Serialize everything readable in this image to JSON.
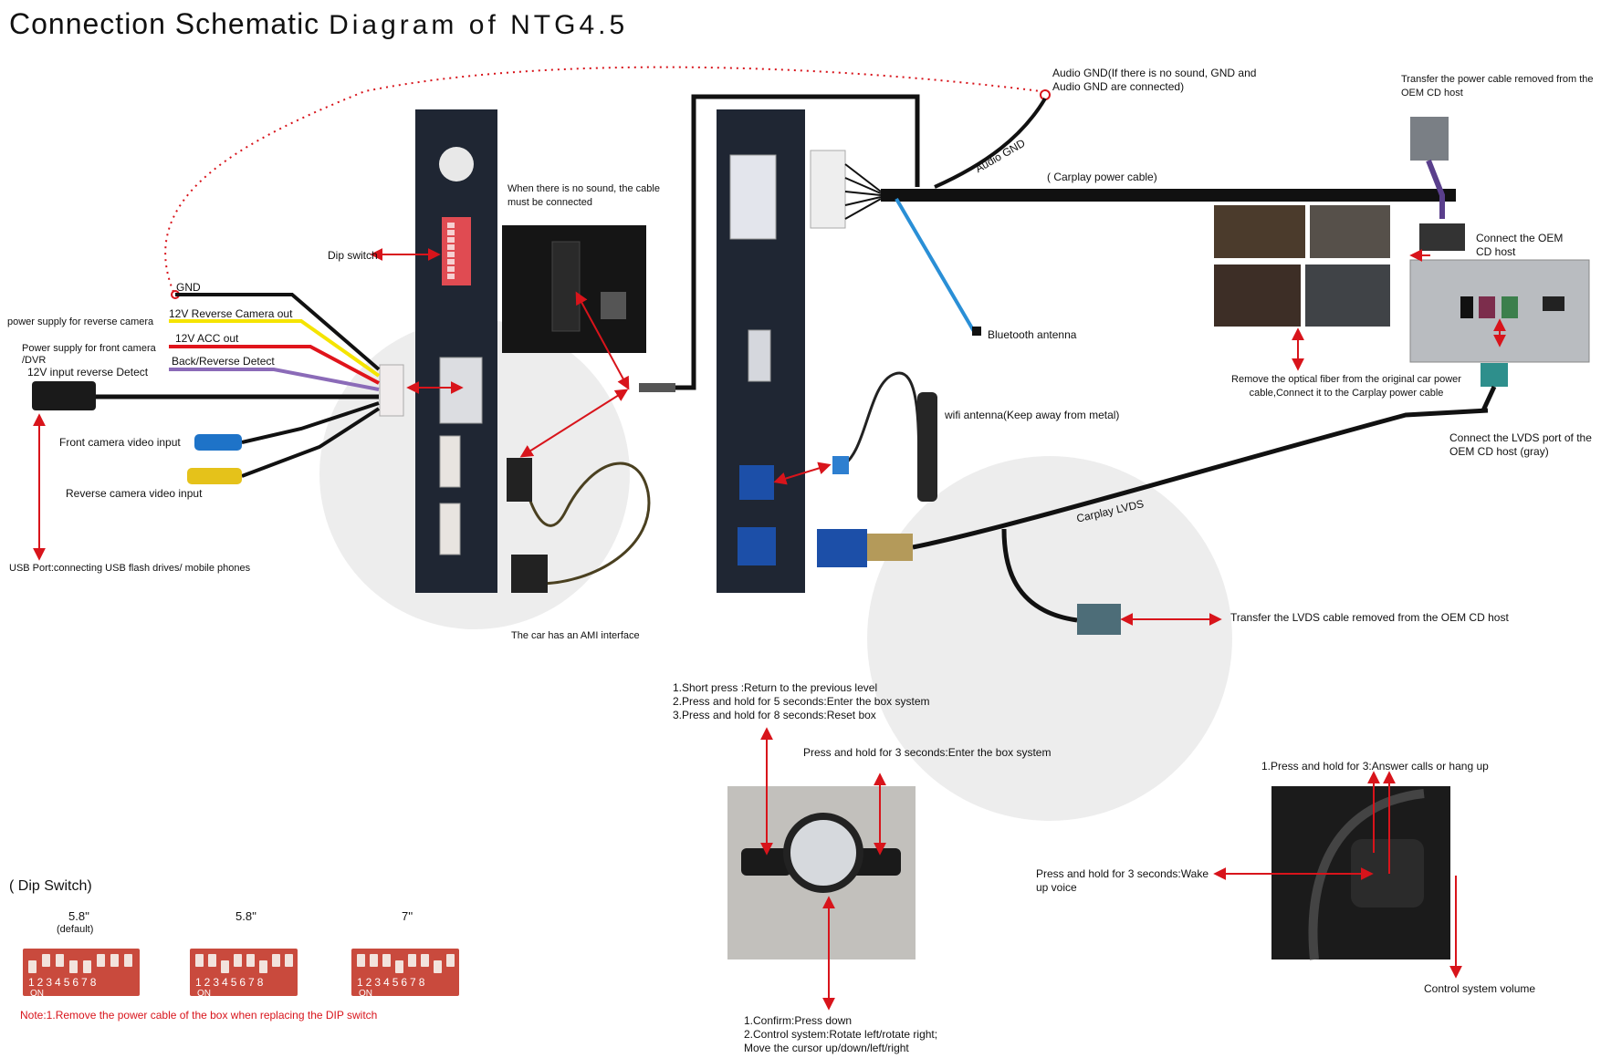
{
  "title": {
    "main": "Connection Schematic",
    "rest": "Diagram of NTG4.5"
  },
  "labels": {
    "audio_gnd_note": "Audio GND(If there is no sound, GND and Audio GND are connected)",
    "audio_gnd_wire": "Audio GND",
    "carplay_power": "( Carplay power cable)",
    "transfer_power": "Transfer the power cable removed from the OEM CD host",
    "connect_oem": "Connect the OEM CD host",
    "bluetooth": "Bluetooth antenna",
    "remove_fiber": "Remove the optical fiber from the original car power cable,Connect it to the Carplay power cable",
    "connect_lvds": "Connect the LVDS port of the OEM CD host (gray)",
    "wifi": "wifi antenna(Keep away from metal)",
    "carplay_lvds": "Carplay LVDS",
    "transfer_lvds": "Transfer the LVDS cable removed from the OEM CD  host",
    "no_sound": "When there is no sound, the cable must be connected",
    "dip_switch": "Dip switch",
    "ami": "The car has an AMI interface",
    "gnd": "GND",
    "rev_cam_out": "12V Reverse Camera out",
    "power_rev_cam": "power supply for reverse camera",
    "acc_out": "12V ACC out",
    "power_front_cam": "Power supply for front camera",
    "dvr": "/DVR",
    "back_detect": "Back/Reverse Detect",
    "input_rev_detect": "12V  input reverse Detect",
    "front_cam_video": "Front camera video input",
    "rev_cam_video": "Reverse camera video input",
    "usb_port": "USB Port:connecting  USB flash drives/ mobile phones",
    "short_press": "1.Short press :Return to the previous level",
    "hold5": "2.Press and hold for 5 seconds:Enter the box system",
    "hold8": "3.Press and hold for 8 seconds:Reset box",
    "hold3_enter": "Press and hold for 3 seconds:Enter the box system",
    "confirm": "1.Confirm:Press down",
    "control_rotate": "2.Control system:Rotate left/rotate right;",
    "move_cursor": "Move the cursor up/down/left/right",
    "answer_calls": "1.Press and hold for 3:Answer calls or hang up",
    "wake_voice": "Press and hold for 3 seconds:Wake up voice",
    "control_volume": "Control system volume"
  },
  "dip": {
    "heading": "( Dip Switch)",
    "settings": [
      {
        "size": "5.8''",
        "note": "(default)",
        "digits": "12345678",
        "on": "ON",
        "pattern": [
          1,
          0,
          0,
          1,
          1,
          0,
          0,
          0
        ]
      },
      {
        "size": "5.8''",
        "note": "",
        "digits": "12345678",
        "on": "ON",
        "pattern": [
          0,
          0,
          1,
          0,
          0,
          1,
          0,
          0
        ]
      },
      {
        "size": "7''",
        "note": "",
        "digits": "12345678",
        "on": "ON",
        "pattern": [
          0,
          0,
          0,
          1,
          0,
          0,
          1,
          0
        ]
      }
    ],
    "note": "Note:1.Remove the power cable of the box when replacing the DIP switch"
  },
  "colors": {
    "arrow": "#d8141b",
    "box": "#1f2633",
    "wire_black": "#111111",
    "wire_yellow": "#f5e400",
    "wire_red": "#e0141b",
    "wire_purple": "#8b6bb8",
    "bluetooth": "#2a8fd6",
    "fakra_blue": "#1c4fa8",
    "fakra_teal": "#2e8f8c",
    "fakra_gray": "#4d6d78",
    "dip_red": "#c94a3d",
    "connector_white": "#f0ecec"
  }
}
